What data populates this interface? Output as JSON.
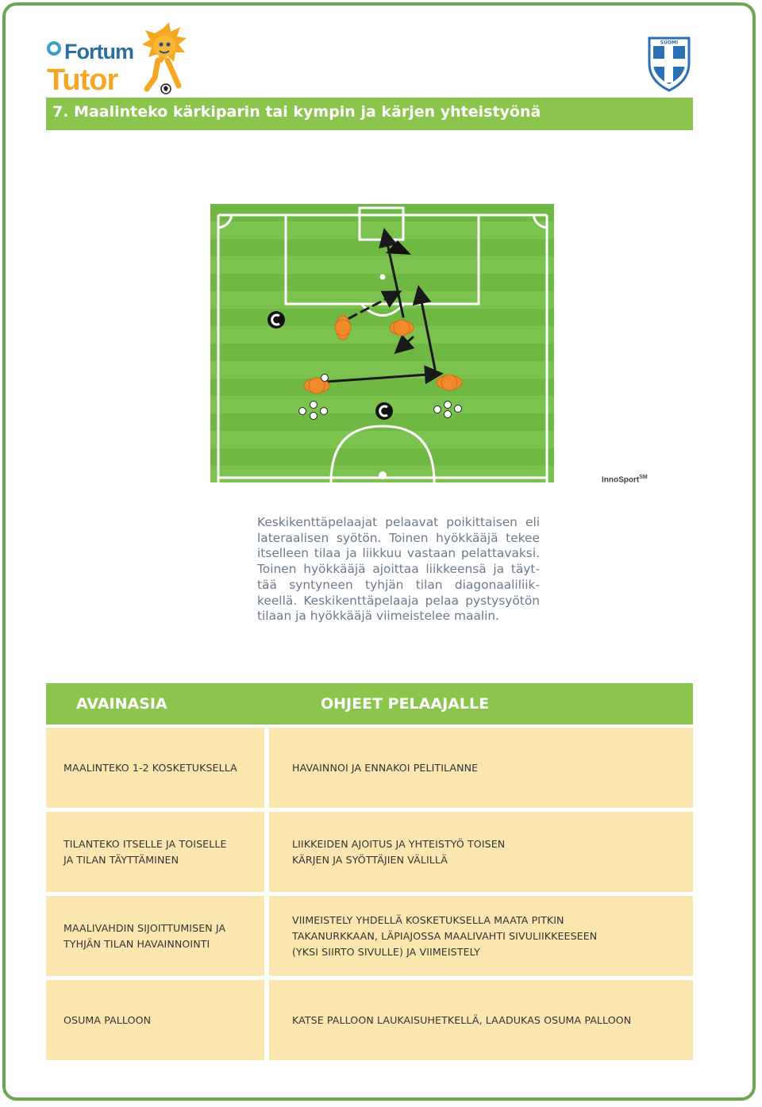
{
  "header": {
    "brand_top": "Fortum",
    "brand_bottom": "Tutor",
    "crest_text": "SUOMI",
    "title": "7. Maalinteko kärkiparin tai kympin ja kärjen yhteistyönä"
  },
  "diagram": {
    "credit": "InnoSport",
    "credit_sup": "SM",
    "colors": {
      "pitch_light": "#7cc24f",
      "pitch_dark": "#6fb843",
      "player": "#f08a2c",
      "arrow": "#1a1a1a"
    },
    "icons": [
      "cone-marker-icon",
      "player-icon",
      "ball-icon",
      "goalkeeper-triangle-icon",
      "pass-arrow-icon",
      "run-arrow-icon"
    ]
  },
  "description": "Keskikenttäpelaajat pelaavat poikittaisen eli lateraalisen syötön. Toinen hyökkääjä tekee itselleen tilaa ja liikkuu vastaan pelattavaksi. Toinen hyökkääjä ajoittaa liikkeensä ja täyt­tää syntyneen tyhjän tilan diagonaaliliik­keellä. Keskikenttäpelaaja pelaa pystysyötön tilaan ja hyökkääjä viimeistelee maalin.",
  "table": {
    "headers": [
      "AVAINASIA",
      "OHJEET PELAAJALLE"
    ],
    "rows": [
      {
        "key": "MAALINTEKO 1-2 KOSKETUKSELLA",
        "guide": "HAVAINNOI JA ENNAKOI PELITILANNE"
      },
      {
        "key": "TILANTEKO ITSELLE JA TOISELLE\nJA TILAN TÄYTTÄMINEN",
        "guide": "LIIKKEIDEN AJOITUS JA YHTEISTYÖ TOISEN\nKÄRJEN JA SYÖTTÄJIEN VÄLILLÄ"
      },
      {
        "key": "MAALIVAHDIN SIJOITTUMISEN JA\nTYHJÄN TILAN HAVAINNOINTI",
        "guide": "VIIMEISTELY YHDELLÄ KOSKETUKSELLA MAATA PITKIN\nTAKANURKKAAN, LÄPIAJOSSA MAALIVAHTI SIVULIIKKEESEEN\n(YKSI SIIRTO SIVULLE) JA VIIMEISTELY"
      },
      {
        "key": "OSUMA PALLOON",
        "guide": "KATSE PALLOON LAUKAISUHETKELLÄ, LAADUKAS OSUMA PALLOON"
      }
    ]
  }
}
